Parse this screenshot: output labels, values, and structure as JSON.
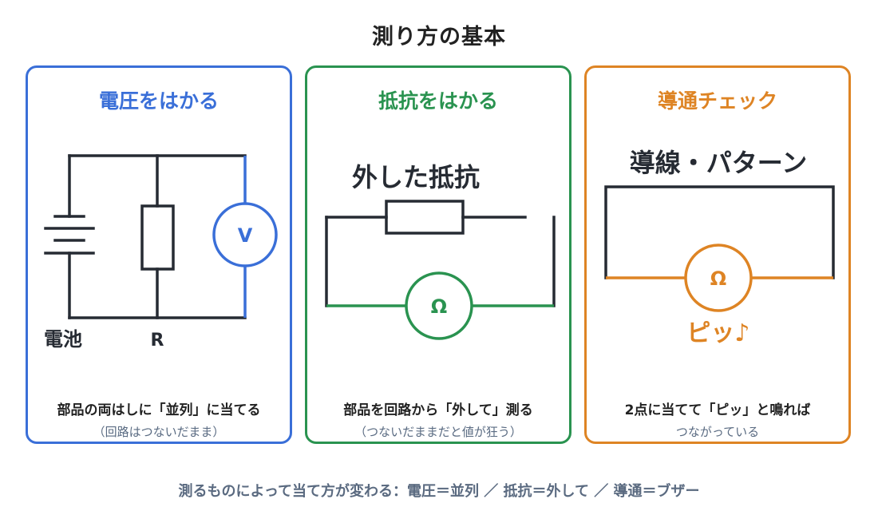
{
  "title": "測り方の基本",
  "colors": {
    "voltage": "#3a6fd8",
    "resistance": "#2a9350",
    "continuity": "#de8424",
    "wire": "#262b33"
  },
  "panels": [
    {
      "title": "電圧をはかる",
      "labels": {
        "battery": "電池",
        "resistor": "R",
        "meter": "V"
      },
      "desc": "部品の両はしに「並列」に当てる",
      "sub": "（回路はつないだまま）"
    },
    {
      "title": "抵抗をはかる",
      "labels": {
        "heading": "外した抵抗",
        "meter": "Ω"
      },
      "desc": "部品を回路から「外して」測る",
      "sub": "（つないだままだと値が狂う）"
    },
    {
      "title": "導通チェック",
      "labels": {
        "heading": "導線・パターン",
        "meter": "Ω",
        "beep": "ピッ♪"
      },
      "desc": "2点に当てて「ピッ」と鳴れば",
      "sub": "つながっている"
    }
  ],
  "footer": "測るものによって当て方が変わる：電圧＝並列 ／ 抵抗＝外して ／ 導通＝ブザー"
}
